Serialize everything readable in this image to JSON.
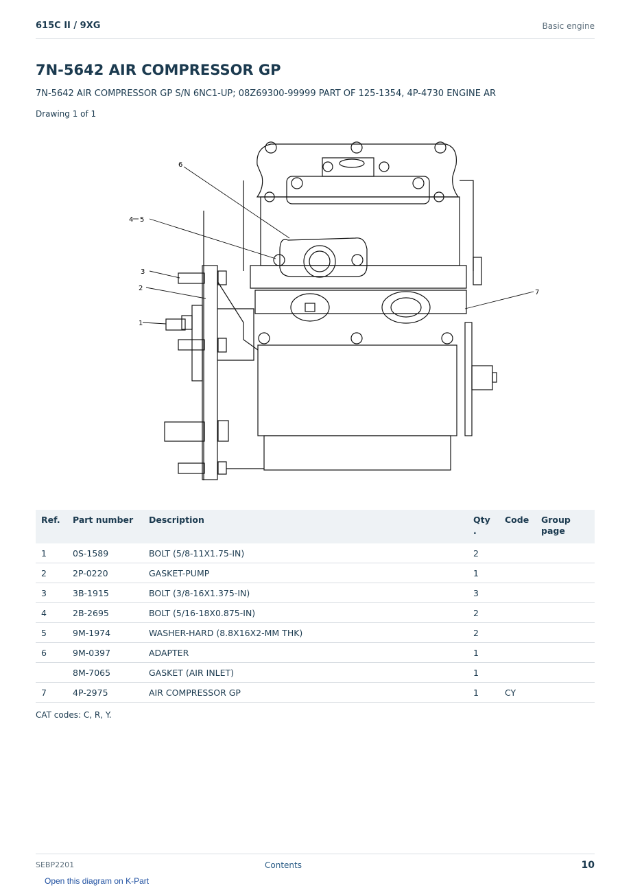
{
  "header": {
    "model": "615C II  /  9XG",
    "section": "Basic engine"
  },
  "title": "7N-5642 AIR COMPRESSOR GP",
  "subtitle": "7N-5642 AIR COMPRESSOR GP S/N 6NC1-UP; 08Z69300-99999 PART OF 125-1354, 4P-4730 ENGINE AR",
  "drawing_count": "Drawing 1 of 1",
  "diagram": {
    "callouts": [
      "6",
      "4",
      "5",
      "3",
      "2",
      "1",
      "7"
    ]
  },
  "table": {
    "headers": {
      "ref": "Ref.",
      "part_number": "Part number",
      "description": "Description",
      "qty": "Qty",
      "qty_dot": ".",
      "code": "Code",
      "group": "Group",
      "group2": "page"
    },
    "rows": [
      {
        "ref": "1",
        "part": "0S-1589",
        "desc": "BOLT (5/8-11X1.75-IN)",
        "qty": "2",
        "code": ""
      },
      {
        "ref": "2",
        "part": "2P-0220",
        "desc": "GASKET-PUMP",
        "qty": "1",
        "code": ""
      },
      {
        "ref": "3",
        "part": "3B-1915",
        "desc": "BOLT (3/8-16X1.375-IN)",
        "qty": "3",
        "code": ""
      },
      {
        "ref": "4",
        "part": "2B-2695",
        "desc": "BOLT (5/16-18X0.875-IN)",
        "qty": "2",
        "code": ""
      },
      {
        "ref": "5",
        "part": "9M-1974",
        "desc": "WASHER-HARD (8.8X16X2-MM THK)",
        "qty": "2",
        "code": ""
      },
      {
        "ref": "6",
        "part": "9M-0397",
        "desc": "ADAPTER",
        "qty": "1",
        "code": ""
      },
      {
        "ref": "",
        "part": "8M-7065",
        "desc": "GASKET (AIR INLET)",
        "qty": "1",
        "code": ""
      },
      {
        "ref": "7",
        "part": "4P-2975",
        "desc": "AIR COMPRESSOR GP",
        "qty": "1",
        "code": "CY"
      }
    ]
  },
  "cat_codes": "CAT codes: C, R, Y.",
  "footer": {
    "doc": "SEBP2201",
    "contents": "Contents",
    "page": "10"
  },
  "kpart_link": "Open this diagram on K-Part"
}
